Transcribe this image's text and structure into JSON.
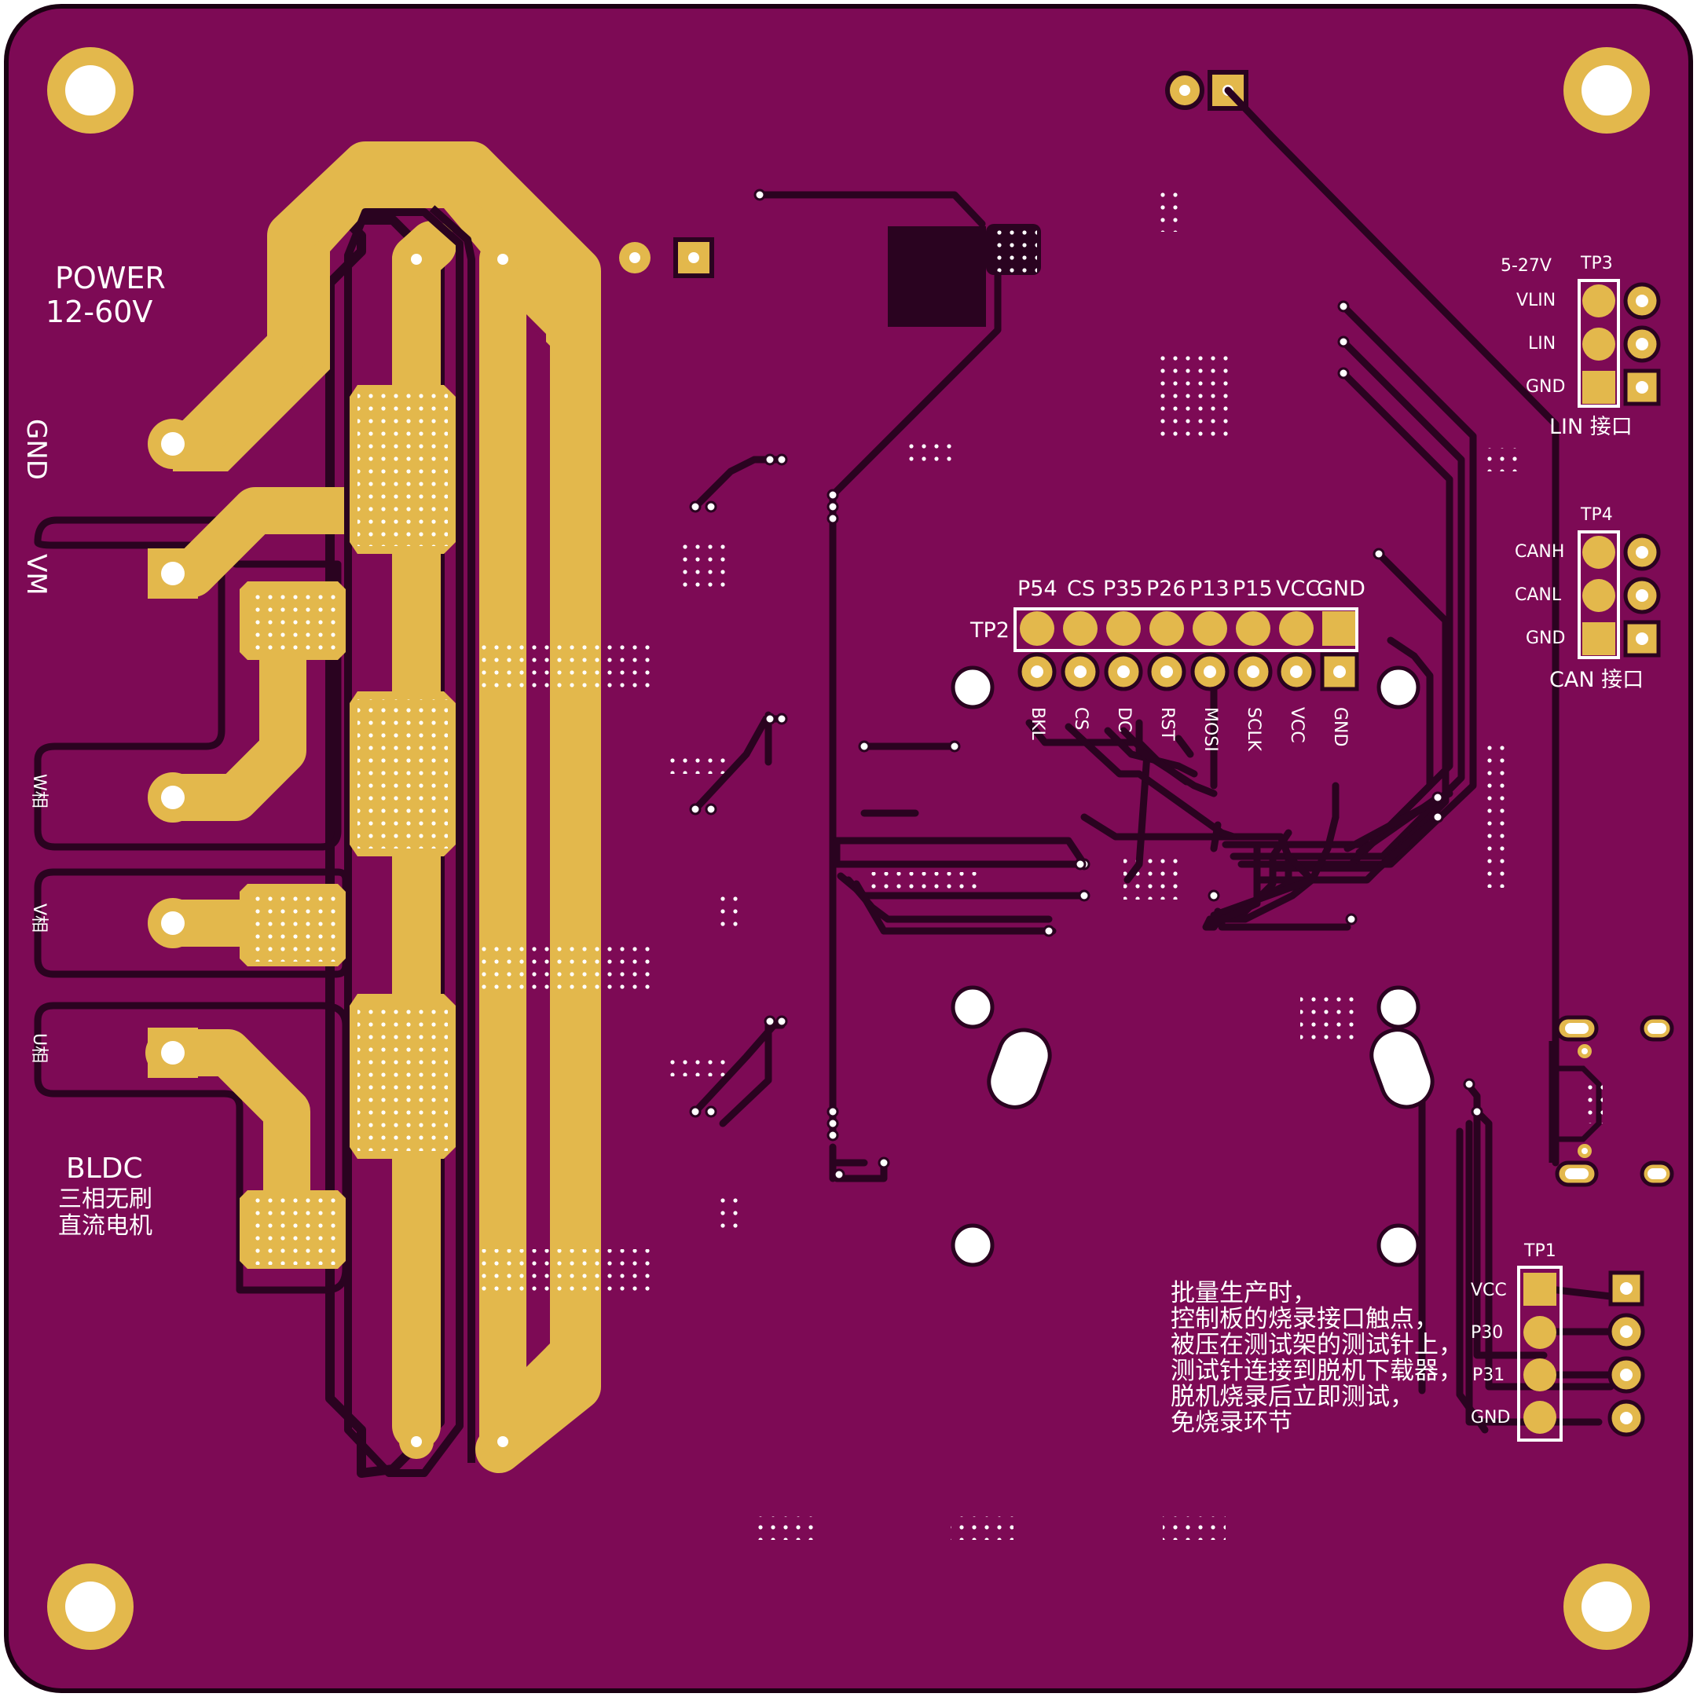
{
  "board": {
    "colors": {
      "substrate": "#7d0a55",
      "copper": "#e3b84c",
      "trace": "#2a0320",
      "silk": "#ffffff",
      "hole": "#ffffff"
    }
  },
  "power": {
    "title": "POWER",
    "range": "12-60V",
    "gnd": "GND",
    "vm": "VM"
  },
  "motor": {
    "w": "W相",
    "v": "V相",
    "u": "U相",
    "title": "BLDC",
    "desc1": "三相无刷",
    "desc2": "直流电机"
  },
  "tp2": {
    "ref": "TP2",
    "top_labels": [
      "P54",
      "CS",
      "P35",
      "P26",
      "P13",
      "P15",
      "VCC",
      "GND"
    ],
    "bottom_labels": [
      "BKL",
      "CS",
      "DC",
      "RST",
      "MOSI",
      "SCLK",
      "VCC",
      "GND"
    ]
  },
  "tp3": {
    "ref": "TP3",
    "volt": "5-27V",
    "pins": [
      "VLIN",
      "LIN",
      "GND"
    ],
    "caption": "LIN 接口"
  },
  "tp4": {
    "ref": "TP4",
    "pins": [
      "CANH",
      "CANL",
      "GND"
    ],
    "caption": "CAN 接口"
  },
  "tp1": {
    "ref": "TP1",
    "pins": [
      "VCC",
      "P30",
      "P31",
      "GND"
    ]
  },
  "note": {
    "lines": [
      "批量生产时，",
      "控制板的烧录接口触点，",
      "被压在测试架的测试针上，",
      "测试针连接到脱机下载器，",
      "脱机烧录后立即测试，",
      "免烧录环节"
    ]
  }
}
